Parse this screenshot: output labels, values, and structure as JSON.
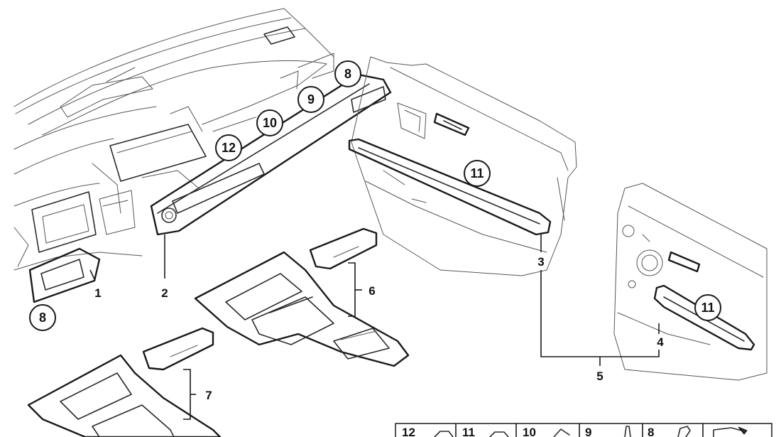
{
  "callouts": {
    "c8_top": "8",
    "c9": "9",
    "c10": "10",
    "c12": "12",
    "c11_front_door": "11",
    "c11_rear_door": "11",
    "c8_bottom": "8"
  },
  "labels": {
    "p1": "1",
    "p2": "2",
    "p3": "3",
    "p4": "4",
    "p5": "5",
    "p6": "6",
    "p7": "7"
  },
  "legend": {
    "items": [
      "12",
      "11",
      "10",
      "9",
      "8"
    ]
  }
}
